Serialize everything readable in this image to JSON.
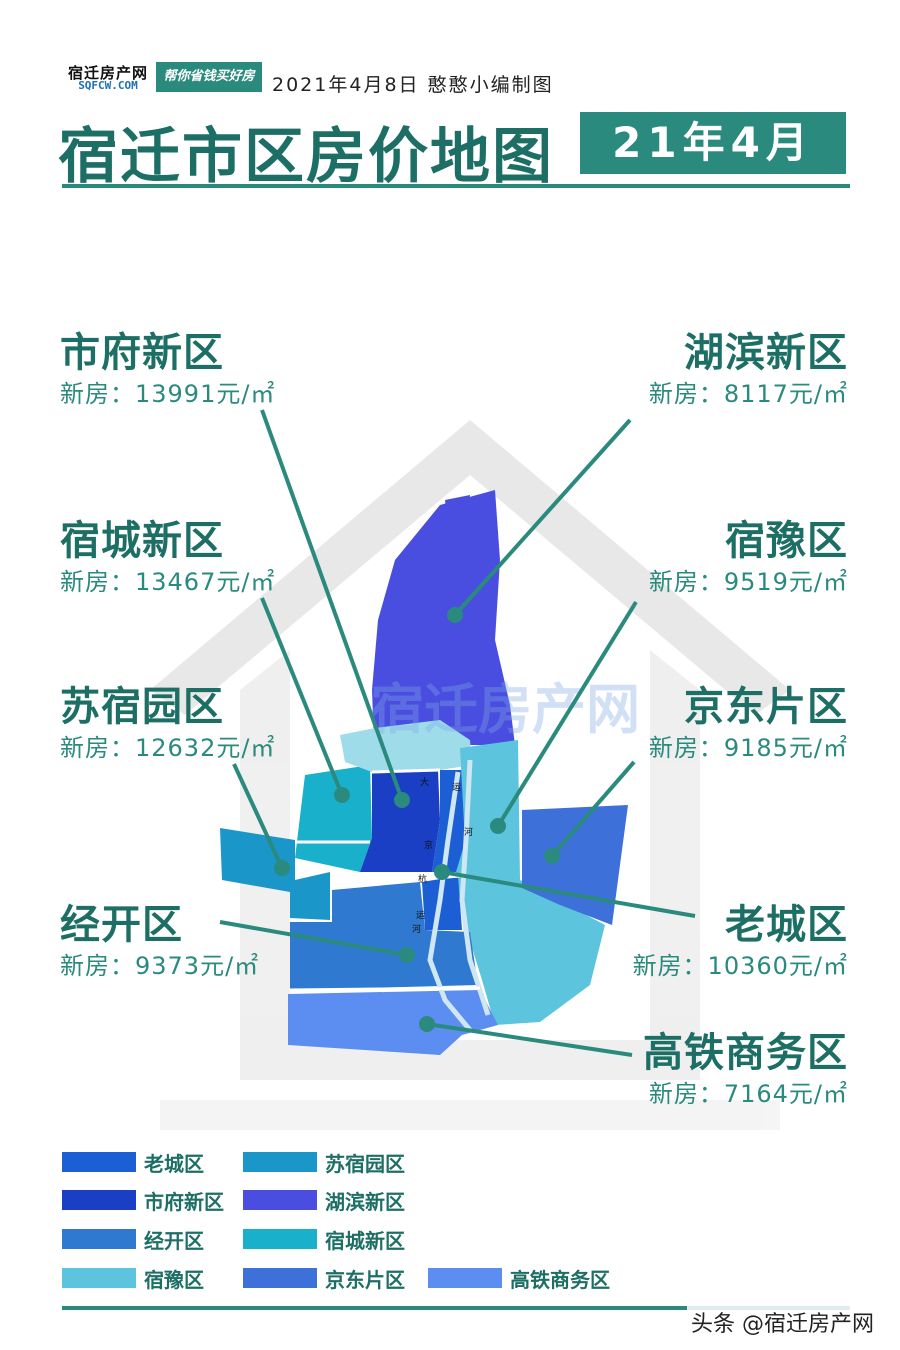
{
  "header": {
    "logo_name": "宿迁房产网",
    "logo_url": "SQFCW.COM",
    "slogan": "帮你省钱买好房",
    "meta": "2021年4月8日   憨憨小编制图",
    "title": "宿迁市区房价地图",
    "month_badge": "21年4月"
  },
  "map": {
    "watermark": "宿迁房产网",
    "river_labels": [
      "大",
      "运",
      "河",
      "京",
      "杭",
      "运",
      "河"
    ]
  },
  "districts": {
    "shifu": {
      "name": "市府新区",
      "price": "新房：13991元/㎡",
      "color": "#1a3fc4"
    },
    "huibin": {
      "name": "湖滨新区",
      "price": "新房：8117元/㎡",
      "color": "#4a4ee0"
    },
    "sucheng": {
      "name": "宿城新区",
      "price": "新房：13467元/㎡",
      "color": "#19b0cc"
    },
    "suyu": {
      "name": "宿豫区",
      "price": "新房：9519元/㎡",
      "color": "#5cc4dc"
    },
    "susu": {
      "name": "苏宿园区",
      "price": "新房：12632元/㎡",
      "color": "#1a96c8"
    },
    "jingdong": {
      "name": "京东片区",
      "price": "新房：9185元/㎡",
      "color": "#3e70da"
    },
    "jingkai": {
      "name": "经开区",
      "price": "新房：9373元/㎡",
      "color": "#2f7ad0"
    },
    "laocheng": {
      "name": "老城区",
      "price": "新房：10360元/㎡",
      "color": "#1c5fd4"
    },
    "gaotie": {
      "name": "高铁商务区",
      "price": "新房：7164元/㎡",
      "color": "#5b8ef0"
    }
  },
  "legend": [
    {
      "label": "老城区",
      "color": "#1c5fd4"
    },
    {
      "label": "苏宿园区",
      "color": "#1a96c8"
    },
    {
      "label": "市府新区",
      "color": "#1a3fc4"
    },
    {
      "label": "湖滨新区",
      "color": "#4a4ee0"
    },
    {
      "label": "经开区",
      "color": "#2f7ad0"
    },
    {
      "label": "宿城新区",
      "color": "#19b0cc"
    },
    {
      "label": "宿豫区",
      "color": "#5cc4dc"
    },
    {
      "label": "京东片区",
      "color": "#3e70da"
    },
    {
      "label": "高铁商务区",
      "color": "#5b8ef0"
    }
  ],
  "credit": "头条 @宿迁房产网"
}
